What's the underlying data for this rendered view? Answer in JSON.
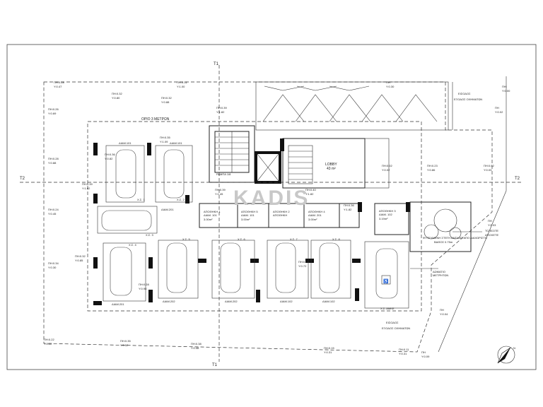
{
  "section_labels": {
    "t1_top": "T1",
    "t1_bottom": "T1",
    "t2_left": "T2",
    "t2_right": "T2"
  },
  "boundary_label": "ΟΡΙΟ 3 ΜΕΤΡΩΝ",
  "entrances": {
    "top": {
      "line1": "ΕΙΣΟΔΟΣ",
      "line2": "ΕΞΟΔΟΣ ΟΧΗΜΑΤΩΝ"
    },
    "bottom": {
      "line1": "ΕΙΣΟΔΟΣ",
      "line2": "ΕΞΟΔΟΣ ΟΧΗΜΑΤΩΝ"
    }
  },
  "rooms": {
    "lobby_name": "LOBBY",
    "lobby_area": "43 m²",
    "ramp": "ΡΑΜΠΑ 1/8",
    "meter_room_line1": "ΔΩΜΑΤΙΟ",
    "meter_room_line2": "ΜΕΤΡΗΤΩΝ",
    "accessible_space": "Χ.Σ. ΑΜΚΕ"
  },
  "storages": [
    {
      "name": "ΑΠΟΘΗΚΗ 1",
      "sub": "ΔΙΑΜ. 101",
      "area": "3.00m²"
    },
    {
      "name": "ΑΠΟΘΗΚΗ 5",
      "sub": "ΔΙΑΜ. 101",
      "area": "3.00m²"
    },
    {
      "name": "ΑΠΟΘΗΚΗ 2",
      "sub": "ΑΠΟΘΗΚΗ",
      "area": ""
    },
    {
      "name": "ΑΠΟΘΗΚΗ 4",
      "sub": "ΔΙΑΜ. 201",
      "area": "3.00m²"
    },
    {
      "name": "ΑΠΟΘΗΚΗ 3",
      "sub": "ΔΙΑΜ. 102",
      "area": "3.19m²"
    }
  ],
  "parking": [
    {
      "space": "X.Σ. 1",
      "unit": "ΔΙΑΜ.101"
    },
    {
      "space": "X.Σ. 2",
      "unit": "ΔΙΑΜ.101"
    },
    {
      "space": "X.Σ. 3",
      "unit": "ΔΙΑΜ.201"
    },
    {
      "space": "X.Σ. 4",
      "unit": "ΔΙΑΜ.201"
    },
    {
      "space": "X.Σ. 5",
      "unit": "ΔΙΑΜ.202"
    },
    {
      "space": "X.Σ. 6",
      "unit": "ΔΙΑΜ.202"
    },
    {
      "space": "X.Σ. 7",
      "unit": "ΔΙΑΜ.102"
    },
    {
      "space": "X.Σ. 8",
      "unit": "ΔΙΑΜ.102"
    }
  ],
  "levels": [
    {
      "pi": "ΠΗ:0.28",
      "y": "Υ:0.47"
    },
    {
      "pi": "ΠΗ:0.32",
      "y": "Υ:0.80"
    },
    {
      "pi": "ΠΗ:0.32",
      "y": "Υ:0.88"
    },
    {
      "pi": "ΠΗ:0.31",
      "y": "Υ:1.00"
    },
    {
      "pi": "ΠΗ:0.35",
      "y": "Υ:1.09"
    },
    {
      "pi": "ΠΗ:0.26",
      "y": "Υ:0.69"
    },
    {
      "pi": "ΠΗ:0.28",
      "y": "Υ:0.88"
    },
    {
      "pi": "ΠΗ:0.39",
      "y": "Υ:1.82"
    },
    {
      "pi": "ΠΗ:0.24",
      "y": "Υ:0.45"
    },
    {
      "pi": "ΠΗ:0.34",
      "y": "Υ:0.30"
    },
    {
      "pi": "ΠΗ:0.22",
      "y": "Υ:0.22"
    },
    {
      "pi": "ΠΗ:0.35",
      "y": "Υ:0.52"
    },
    {
      "pi": "ΠΗ:0.38",
      "y": "Υ:0.48"
    },
    {
      "pi": "ΠΗ:0.15",
      "y": "Υ:0.31"
    },
    {
      "pi": "ΠΗ:0.11",
      "y": "Υ:0.31"
    },
    {
      "pi": "ΠΗ:0.36",
      "y": "Υ:0.82"
    },
    {
      "pi": "ΠΗ:0.39",
      "y": "Υ:1.82"
    },
    {
      "pi": "ΠΗ:0.40",
      "y": "Υ:1.82"
    },
    {
      "pi": "ΠΗ:0.36",
      "y": "Υ:1.82"
    },
    {
      "pi": "ΠΗ:0.23",
      "y": "Υ:0.86"
    },
    {
      "pi": "ΠΗ:0.02",
      "y": "Υ:0.03"
    },
    {
      "pi": "ΠΗ:0.32",
      "y": "Υ:0.85"
    },
    {
      "pi": "ΠΗ:0.28",
      "y": "Υ:0.98"
    },
    {
      "pi": "ΠΗ:0.28",
      "y": "Υ:0.72"
    },
    {
      "pi": "ΠΗ:0.39",
      "y": "Υ:1.45"
    },
    {
      "pi": "ΠΗ:0.02",
      "y": "Υ:0.02"
    }
  ],
  "road_levels": [
    {
      "pi": "ΠΗ",
      "y": "Υ:0.00"
    },
    {
      "pi": "ΠΗ",
      "y": "Υ:0.02"
    },
    {
      "pi": "ΠΗ",
      "y": "Υ:0.04"
    },
    {
      "pi": "ΠΗ",
      "y": "Υ:0.09"
    },
    {
      "pi": "ΠΗ",
      "y": "Υ:0.03"
    },
    {
      "pi": "ΠΗ",
      "y": "Υ:0.30"
    }
  ],
  "drainage_note": {
    "line1": "ΦΥΤΕΥΜΕΝΗ ΣΤΕΓΗ ΑΝΤΛΙΑΣ ΑΠΟ ΔΙΑΧΩΡΙΣΤΗ",
    "line2": "ΒΑΘΟΣ 0.75m"
  },
  "to_sewer": {
    "line1": "ΤΟ ΕΙΣΙΤΕ",
    "line2": "ΑΠΟΧΕΤΕ"
  },
  "watermark": "KADIS",
  "north_label": "N"
}
